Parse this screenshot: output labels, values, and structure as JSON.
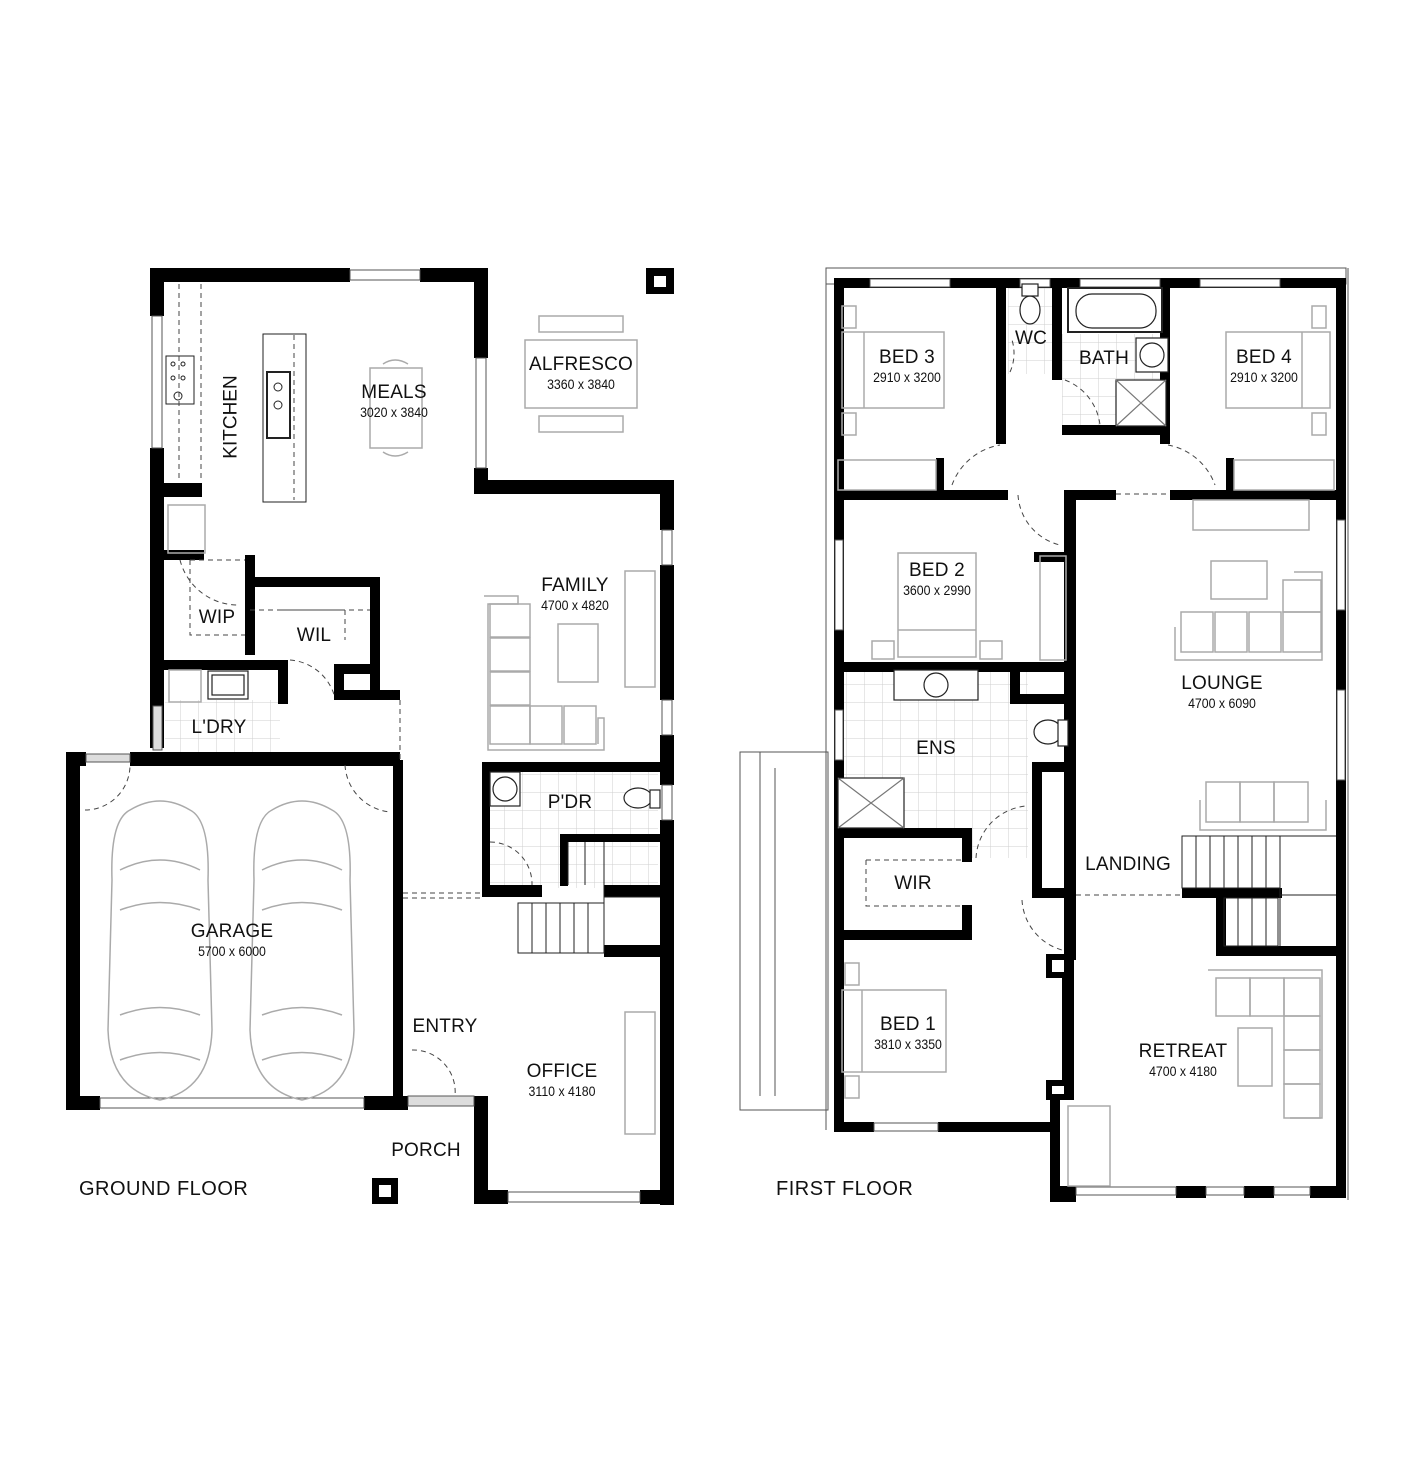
{
  "floors": [
    {
      "title": "GROUND FLOOR",
      "rooms": [
        {
          "id": "kitchen",
          "name": "KITCHEN",
          "dims": ""
        },
        {
          "id": "meals",
          "name": "MEALS",
          "dims": "3020 x 3840"
        },
        {
          "id": "alfresco",
          "name": "ALFRESCO",
          "dims": "3360 x 3840"
        },
        {
          "id": "family",
          "name": "FAMILY",
          "dims": "4700 x 4820"
        },
        {
          "id": "wip",
          "name": "WIP",
          "dims": ""
        },
        {
          "id": "wil",
          "name": "WIL",
          "dims": ""
        },
        {
          "id": "laundry",
          "name": "L'DRY",
          "dims": ""
        },
        {
          "id": "powder",
          "name": "P'DR",
          "dims": ""
        },
        {
          "id": "garage",
          "name": "GARAGE",
          "dims": "5700 x 6000"
        },
        {
          "id": "entry",
          "name": "ENTRY",
          "dims": ""
        },
        {
          "id": "office",
          "name": "OFFICE",
          "dims": "3110 x 4180"
        },
        {
          "id": "porch",
          "name": "PORCH",
          "dims": ""
        }
      ]
    },
    {
      "title": "FIRST FLOOR",
      "rooms": [
        {
          "id": "bed3",
          "name": "BED 3",
          "dims": "2910 x 3200"
        },
        {
          "id": "wc",
          "name": "WC",
          "dims": ""
        },
        {
          "id": "bath",
          "name": "BATH",
          "dims": ""
        },
        {
          "id": "bed4",
          "name": "BED 4",
          "dims": "2910 x 3200"
        },
        {
          "id": "bed2",
          "name": "BED 2",
          "dims": "3600 x 2990"
        },
        {
          "id": "lounge",
          "name": "LOUNGE",
          "dims": "4700 x 6090"
        },
        {
          "id": "ens",
          "name": "ENS",
          "dims": ""
        },
        {
          "id": "wir",
          "name": "WIR",
          "dims": ""
        },
        {
          "id": "landing",
          "name": "LANDING",
          "dims": ""
        },
        {
          "id": "bed1",
          "name": "BED 1",
          "dims": "3810 x 3350"
        },
        {
          "id": "retreat",
          "name": "RETREAT",
          "dims": "4700 x 4180"
        }
      ]
    }
  ],
  "colors": {
    "wall": "#000000",
    "furniture": "#aaaaaa",
    "fixture": "#333333",
    "tile": "#cccccc"
  }
}
